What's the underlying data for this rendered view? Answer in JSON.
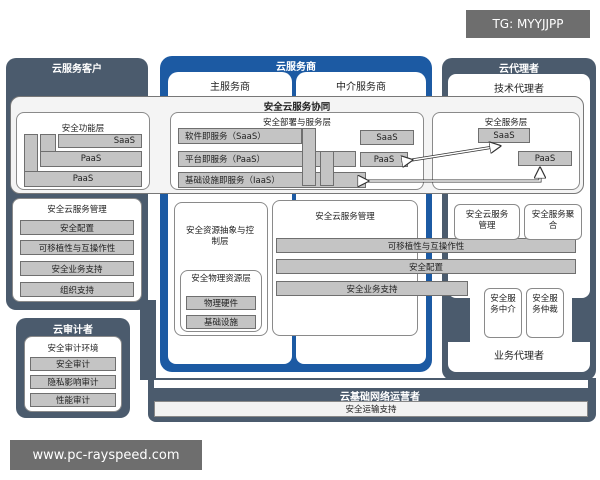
{
  "watermark_top": "TG: MYYJJPP",
  "watermark_bottom": "www.pc-rayspeed.com",
  "customer": {
    "title": "云服务客户",
    "function_layer": "安全功能层",
    "saas": "SaaS",
    "paas1": "PaaS",
    "paas2": "PaaS",
    "mgmt_title": "安全云服务管理",
    "mgmt_items": [
      "安全配置",
      "可移植性与互操作性",
      "安全业务支持",
      "组织支持"
    ]
  },
  "provider": {
    "title": "云服务商",
    "main": "主服务商",
    "intermediary": "中介服务商",
    "deploy_layer": "安全部署与服务层",
    "software_service": "软件即服务（SaaS）",
    "platform_service": "平台即服务（PaaS）",
    "infra_service": "基础设施即服务（IaaS）",
    "saas": "SaaS",
    "paas": "PaaS",
    "abstraction": "安全资源抽象与控制层",
    "physical": "安全物理资源层",
    "hardware": "物理硬件",
    "facility": "基础设施",
    "mgmt_title": "安全云服务管理",
    "mgmt_items": [
      "可移植性与互操作性",
      "安全配置",
      "安全业务支持"
    ]
  },
  "coordination": "安全云服务协同",
  "broker": {
    "title": "云代理者",
    "tech_agent": "技术代理者",
    "service_layer": "安全服务层",
    "saas": "SaaS",
    "paas": "PaaS",
    "mgmt": "安全云服务管理",
    "aggregate": "安全服务聚合",
    "intermediary": "安全服务中介",
    "arbitrage": "安全服务仲裁",
    "business_agent": "业务代理者"
  },
  "auditor": {
    "title": "云审计者",
    "env": "安全审计环境",
    "items": [
      "安全审计",
      "隐私影响审计",
      "性能审计"
    ]
  },
  "carrier": {
    "title": "云基础网络运营者",
    "support": "安全运输支持"
  }
}
